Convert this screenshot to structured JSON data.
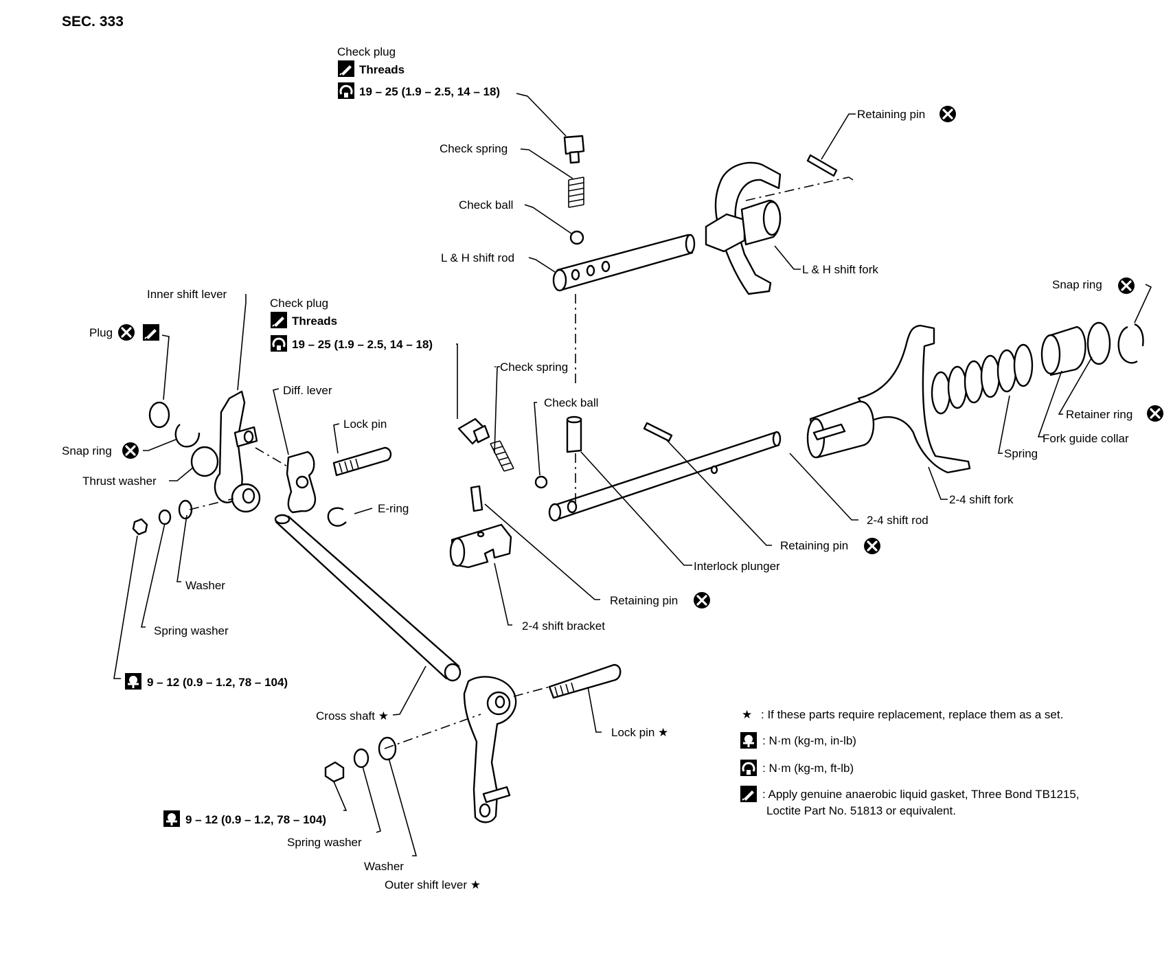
{
  "title": "SEC. 333",
  "labels": {
    "check_plug_top": "Check plug",
    "threads_top": "Threads",
    "torque_top": "19 – 25 (1.9 – 2.5, 14 – 18)",
    "check_spring_top": "Check spring",
    "check_ball_top": "Check ball",
    "lh_shift_rod": "L & H shift rod",
    "retaining_pin_top": "Retaining pin",
    "lh_shift_fork": "L & H shift fork",
    "snap_ring_right": "Snap ring",
    "inner_shift_lever": "Inner shift lever",
    "plug": "Plug",
    "check_plug_mid": "Check plug",
    "threads_mid": "Threads",
    "torque_mid": "19 – 25 (1.9 – 2.5, 14 – 18)",
    "check_spring_mid": "Check spring",
    "check_ball_mid": "Check ball",
    "diff_lever": "Diff. lever",
    "lock_pin_top": "Lock pin",
    "snap_ring_left": "Snap ring",
    "thrust_washer": "Thrust washer",
    "e_ring": "E-ring",
    "retainer_ring": "Retainer ring",
    "fork_guide_collar": "Fork guide collar",
    "spring": "Spring",
    "shift_fork_24": "2-4 shift fork",
    "shift_rod_24": "2-4 shift rod",
    "retaining_pin_mid": "Retaining pin",
    "interlock_plunger": "Interlock plunger",
    "washer_left": "Washer",
    "retaining_pin_bracket": "Retaining pin",
    "shift_bracket_24": "2-4 shift bracket",
    "spring_washer_left": "Spring washer",
    "torque_left": "9 – 12 (0.9 – 1.2, 78 – 104)",
    "cross_shaft": "Cross shaft ★",
    "lock_pin_bottom": "Lock pin ★",
    "torque_bottom": "9 – 12 (0.9 – 1.2, 78 – 104)",
    "spring_washer_bottom": "Spring washer",
    "washer_bottom": "Washer",
    "outer_shift_lever": "Outer shift lever ★"
  },
  "legend": {
    "star_symbol": "★",
    "star_text": ": If these parts require replacement, replace them as a set.",
    "nm_inlb": ": N·m (kg-m, in-lb)",
    "nm_ftlb": ": N·m (kg-m, ft-lb)",
    "gasket_line1": ": Apply genuine anaerobic liquid gasket, Three Bond TB1215,",
    "gasket_line2": "Loctite Part No. 51813 or equivalent."
  },
  "icons": {
    "replace": "do-not-reuse-x-icon",
    "sealant": "liquid-gasket-icon",
    "torque_ftlb": "torque-ft-lb-icon",
    "torque_inlb": "torque-in-lb-icon"
  }
}
